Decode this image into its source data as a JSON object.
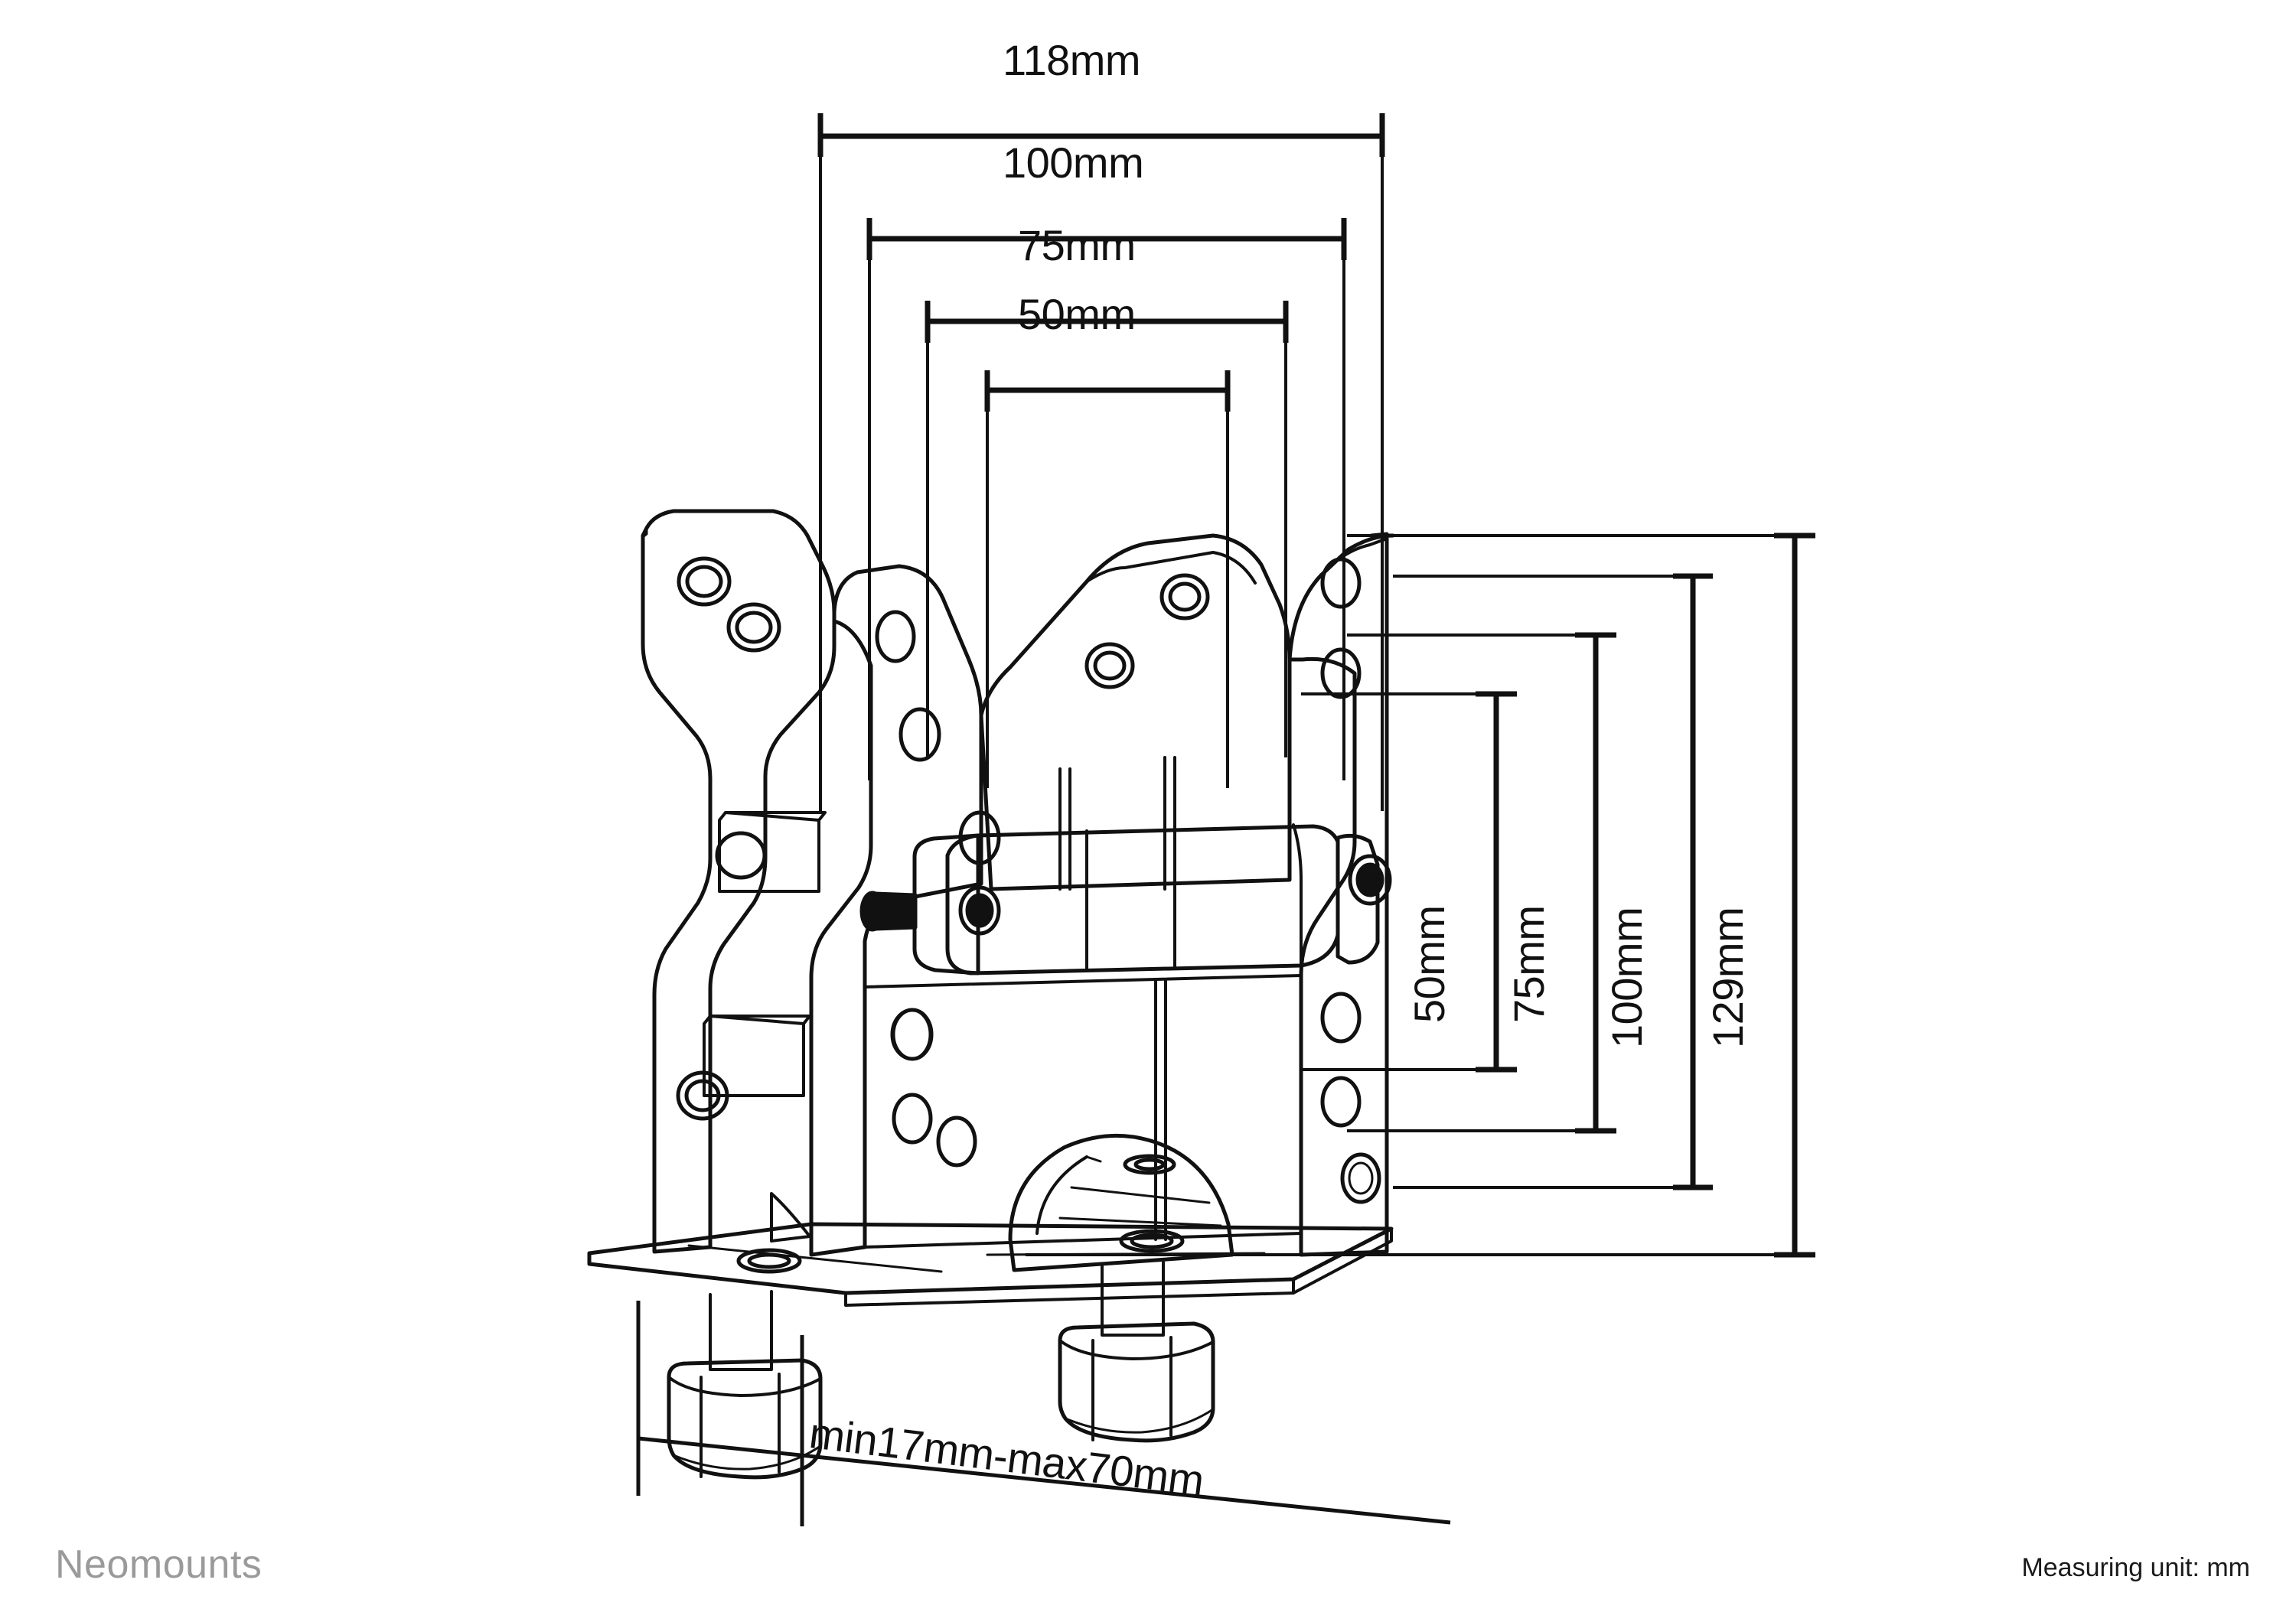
{
  "document": {
    "type": "technical-dimension-drawing",
    "subject": "monitor desk-clamp mount bracket",
    "brand": "Neomounts",
    "measuring_note": "Measuring unit: mm"
  },
  "dimensions": {
    "horizontal": [
      {
        "id": "h-118",
        "label": "118mm",
        "value": 118,
        "unit": "mm",
        "orientation": "horizontal"
      },
      {
        "id": "h-100",
        "label": "100mm",
        "value": 100,
        "unit": "mm",
        "orientation": "horizontal"
      },
      {
        "id": "h-75",
        "label": "75mm",
        "value": 75,
        "unit": "mm",
        "orientation": "horizontal"
      },
      {
        "id": "h-50",
        "label": "50mm",
        "value": 50,
        "unit": "mm",
        "orientation": "horizontal"
      }
    ],
    "vertical": [
      {
        "id": "v-50",
        "label": "50mm",
        "value": 50,
        "unit": "mm",
        "orientation": "vertical"
      },
      {
        "id": "v-75",
        "label": "75mm",
        "value": 75,
        "unit": "mm",
        "orientation": "vertical"
      },
      {
        "id": "v-100",
        "label": "100mm",
        "value": 100,
        "unit": "mm",
        "orientation": "vertical"
      },
      {
        "id": "v-129",
        "label": "129mm",
        "value": 129,
        "unit": "mm",
        "orientation": "vertical"
      }
    ],
    "clamp": [
      {
        "id": "clamp-range",
        "label": "min17mm-max70mm",
        "min": 17,
        "max": 70,
        "unit": "mm",
        "orientation": "angled"
      }
    ]
  },
  "colors": {
    "line": "#111111",
    "background": "#ffffff",
    "logo": "#9a9a9a",
    "text": "#1a1a1a"
  }
}
